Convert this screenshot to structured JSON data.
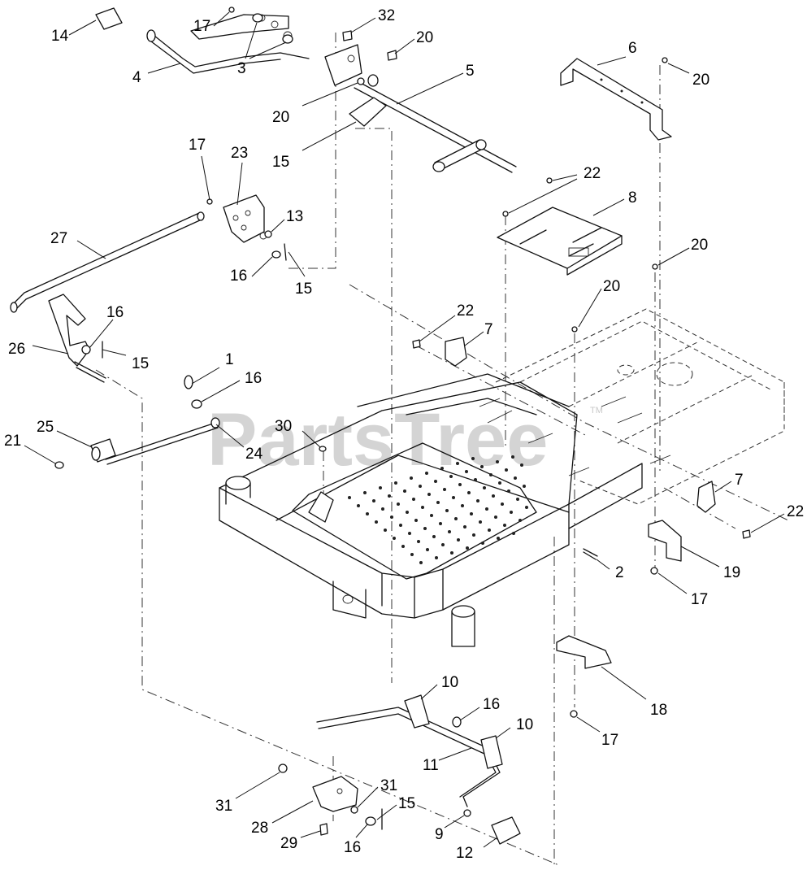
{
  "watermark": {
    "text": "PartsTree",
    "tm": "TM"
  },
  "callouts": [
    {
      "id": "c1",
      "text": "14"
    },
    {
      "id": "c2",
      "text": "4"
    },
    {
      "id": "c3",
      "text": "17"
    },
    {
      "id": "c4",
      "text": "3"
    },
    {
      "id": "c5",
      "text": "32"
    },
    {
      "id": "c6",
      "text": "20"
    },
    {
      "id": "c7",
      "text": "5"
    },
    {
      "id": "c8",
      "text": "20"
    },
    {
      "id": "c9",
      "text": "15"
    },
    {
      "id": "c10",
      "text": "6"
    },
    {
      "id": "c11",
      "text": "20"
    },
    {
      "id": "c12",
      "text": "22"
    },
    {
      "id": "c13",
      "text": "8"
    },
    {
      "id": "c14",
      "text": "17"
    },
    {
      "id": "c15",
      "text": "23"
    },
    {
      "id": "c16",
      "text": "13"
    },
    {
      "id": "c17",
      "text": "27"
    },
    {
      "id": "c18",
      "text": "16"
    },
    {
      "id": "c19",
      "text": "15"
    },
    {
      "id": "c20",
      "text": "20"
    },
    {
      "id": "c21",
      "text": "20"
    },
    {
      "id": "c22",
      "text": "16"
    },
    {
      "id": "c23",
      "text": "15"
    },
    {
      "id": "c24",
      "text": "26"
    },
    {
      "id": "c25",
      "text": "22"
    },
    {
      "id": "c26",
      "text": "7"
    },
    {
      "id": "c27",
      "text": "1"
    },
    {
      "id": "c28",
      "text": "16"
    },
    {
      "id": "c29",
      "text": "25"
    },
    {
      "id": "c30",
      "text": "21"
    },
    {
      "id": "c31",
      "text": "24"
    },
    {
      "id": "c32",
      "text": "30"
    },
    {
      "id": "c33",
      "text": "7"
    },
    {
      "id": "c34",
      "text": "22"
    },
    {
      "id": "c35",
      "text": "2"
    },
    {
      "id": "c36",
      "text": "19"
    },
    {
      "id": "c37",
      "text": "17"
    },
    {
      "id": "c38",
      "text": "10"
    },
    {
      "id": "c39",
      "text": "16"
    },
    {
      "id": "c40",
      "text": "10"
    },
    {
      "id": "c41",
      "text": "18"
    },
    {
      "id": "c42",
      "text": "11"
    },
    {
      "id": "c43",
      "text": "17"
    },
    {
      "id": "c44",
      "text": "31"
    },
    {
      "id": "c45",
      "text": "31"
    },
    {
      "id": "c46",
      "text": "15"
    },
    {
      "id": "c47",
      "text": "28"
    },
    {
      "id": "c48",
      "text": "9"
    },
    {
      "id": "c49",
      "text": "29"
    },
    {
      "id": "c50",
      "text": "16"
    },
    {
      "id": "c51",
      "text": "12"
    }
  ]
}
